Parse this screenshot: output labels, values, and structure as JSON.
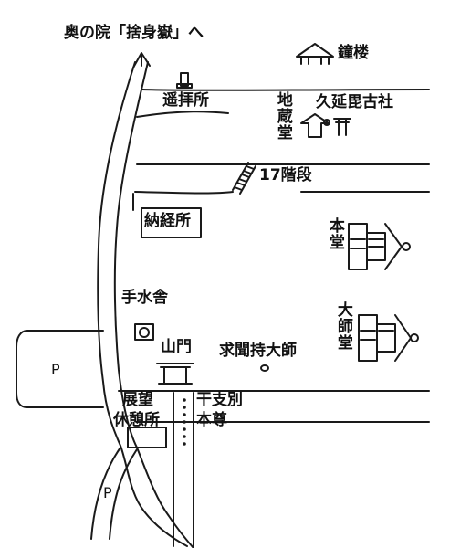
{
  "map": {
    "labels": {
      "okunoin": "奥の院「捨身嶽」へ",
      "shoro": "鐘楼",
      "yohaisho": "遥拝所",
      "jizodo": "地蔵堂",
      "kuenbiko": "久延毘古社",
      "stairs": "17階段",
      "nokyosho": "納経所",
      "hondo": "本堂",
      "temizuya": "手水舎",
      "daishido": "大師堂",
      "sanmon": "山門",
      "gumonji": "求聞持大師",
      "tenbo_line1": "展望",
      "tenbo_line2": "休憩所",
      "eto_line1": "干支別",
      "eto_line2": "本尊"
    },
    "parking": [
      "P",
      "P"
    ]
  }
}
